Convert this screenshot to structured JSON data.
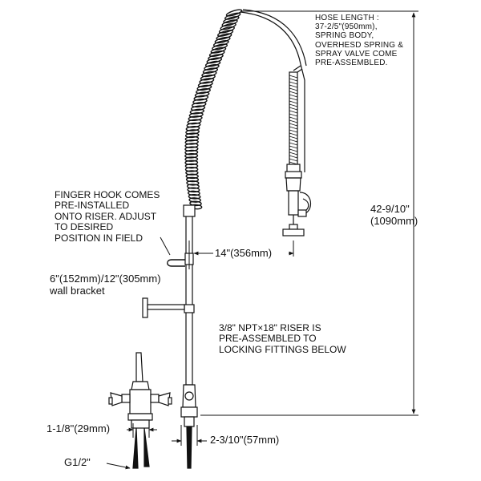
{
  "labels": {
    "hose_note": "HOSE LENGTH :\n37-2/5\"(950mm),\nSPRING BODY,\nOVERHESD SPRING &\nSPRAY VALVE COME\nPRE-ASSEMBLED.",
    "height_dim": "42-9/10\"\n(1090mm)",
    "finger_hook_note": "FINGER HOOK COMES\nPRE-INSTALLED\nONTO RISER. ADJUST\nTO DESIRED\nPOSITION IN FIELD",
    "reach_dim": "14\"(356mm)",
    "bracket_note": "6\"(152mm)/12\"(305mm)\nwall bracket",
    "riser_note": "3/8\" NPT×18\" RISER IS\nPRE-ASSEMBLED TO\nLOCKING FITTINGS BELOW",
    "shank_dim": "1-1/8\"(29mm)",
    "base_dim": "2-3/10\"(57mm)",
    "thread_dim": "G1/2\""
  },
  "colors": {
    "ink": "#111111",
    "background": "#ffffff"
  }
}
